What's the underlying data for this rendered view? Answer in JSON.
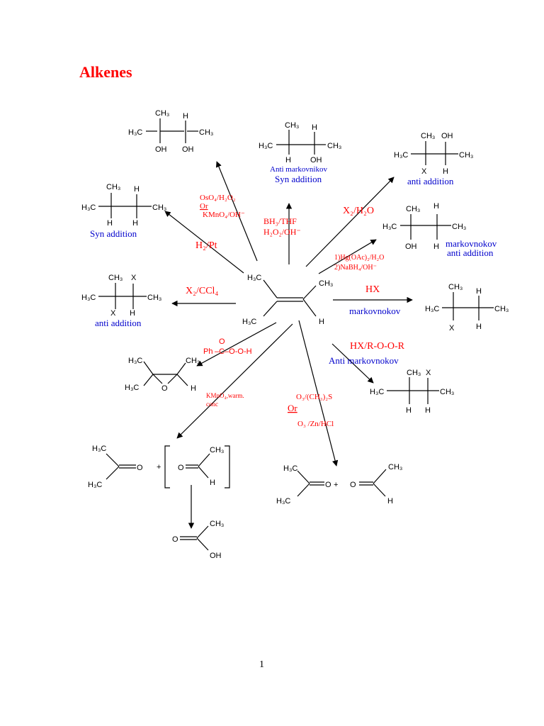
{
  "title": "Alkenes",
  "page_number": "1",
  "colors": {
    "title": "#ff0000",
    "reagent": "#ff0000",
    "note": "#0000cc",
    "ink": "#000000"
  },
  "atoms": {
    "h3c": "H₃C",
    "ch3": "CH₃",
    "h": "H",
    "oh": "OH",
    "x": "X",
    "o": "O",
    "plus": "+",
    "ph": "Ph"
  },
  "reagents": {
    "oso4_line1": "OsO₄/H₂O₂",
    "oso4_or": "Or",
    "oso4_line2": "KMnO₄/OH⁻",
    "bh3_line1": "BH₃/THF",
    "bh3_line2": "H₂O₂/OH⁻",
    "x2_h2o": "X₂/H₂O",
    "h2_pt": "H₂/Pt",
    "hg_line1": "1)Hg(OAc)₂/H₂O",
    "hg_line2": "2)NaBH₄/OH⁻",
    "x2_ccl4": "X₂/CCl₄",
    "hx": "HX",
    "peracid_o": "O",
    "peracid_ph": "Ph",
    "peracid_rest": "–C–O-O-H",
    "hx_roor": "HX/R-O-O-R",
    "kmno4_line1": "KMnO₄,warm.",
    "kmno4_line2": "conc",
    "ozone_line1": "O₃/(CH₃)₂S",
    "ozone_or": "Or",
    "ozone_line2": "O₃ /Zn/HCl"
  },
  "notes": {
    "anti_markovnikov_small": "Anti markovnikov",
    "syn_addition_top": "Syn addition",
    "anti_addition_topright": "anti addition",
    "syn_addition_left": "Syn addition",
    "markovnokov_oxymerc": "markovnokov",
    "anti_addition_oxymerc": "anti addition",
    "anti_addition_left": "anti addition",
    "markovnokov_hx": "markovnokov",
    "anti_markovnokov_roor": "Anti markovnokov"
  }
}
